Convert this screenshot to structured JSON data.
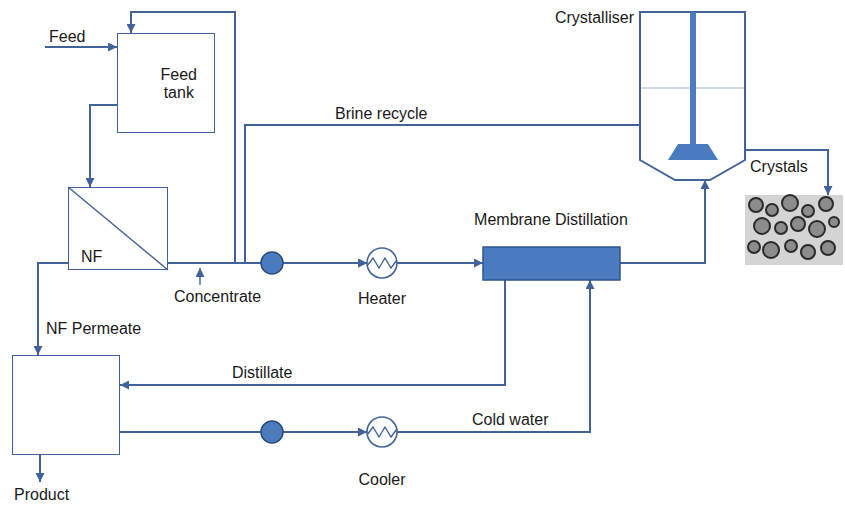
{
  "diagram": {
    "nodes": [
      {
        "text": [
          "Feed tank"
        ]
      },
      {
        "text": [
          "NF"
        ]
      },
      {
        "text": [
          "NF Permeate"
        ]
      },
      {
        "text": [
          "Heater"
        ]
      },
      {
        "text": [
          "Membrane Distillation"
        ]
      },
      {
        "text": [
          "Crystalliser"
        ]
      },
      {
        "text": [
          "Cooler"
        ]
      },
      {
        "text": [
          "Crystals"
        ]
      }
    ],
    "edges": [
      {
        "from": 0,
        "to": 1,
        "arrow": "to"
      },
      {
        "from": 1,
        "to": 3,
        "arrow": "to"
      },
      {
        "from": 1,
        "to": 0,
        "arrow": "to"
      },
      {
        "from": 3,
        "to": 4,
        "arrow": "to"
      },
      {
        "from": 4,
        "to": 5,
        "arrow": "to"
      },
      {
        "from": 5,
        "to": 3,
        "label": "Brine recycle",
        "arrow": "to"
      },
      {
        "from": 5,
        "to": 7,
        "arrow": "to"
      },
      {
        "from": 4,
        "to": 2,
        "label": "Distillate",
        "arrow": "to"
      },
      {
        "from": 2,
        "to": 6,
        "arrow": "to"
      },
      {
        "from": 6,
        "to": 4,
        "label": "Cold water",
        "arrow": "to"
      },
      {
        "from": 1,
        "to": 2,
        "arrow": "to"
      }
    ],
    "labels": [
      "Feed",
      "Concentrate",
      "Product"
    ]
  }
}
